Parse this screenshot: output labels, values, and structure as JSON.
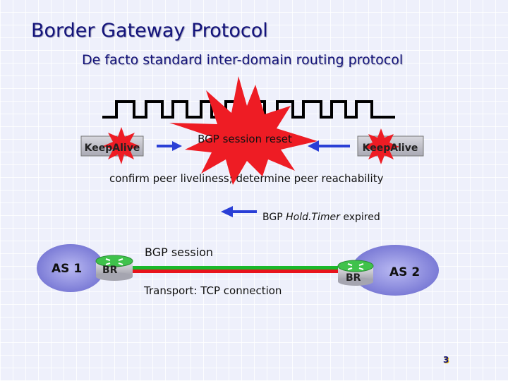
{
  "title": "Border Gateway Protocol",
  "subtitle": "De facto standard inter-domain routing protocol",
  "keepalive_left": "KeepAlive",
  "keepalive_right": "KeepAlive",
  "session_reset": "BGP session reset",
  "liveness_text": "confirm peer liveliness; determine peer reachability",
  "holdtimer": {
    "prefix": "BGP ",
    "name": "Hold.Timer",
    "suffix": " expired"
  },
  "as_left": "AS 1",
  "as_right": "AS 2",
  "router_left": "BR",
  "router_right": "BR",
  "bgp_session_label": "BGP session",
  "transport_label": "Transport: TCP connection",
  "page_number": "3",
  "colors": {
    "title": "#13137a",
    "burst": "#ee1c24",
    "arrow": "#2a3fd6",
    "session_line": "#1ab82a",
    "tcp_line": "#e8141c",
    "as_cloud": "#8f8fe0",
    "router": "#3fc24b"
  }
}
